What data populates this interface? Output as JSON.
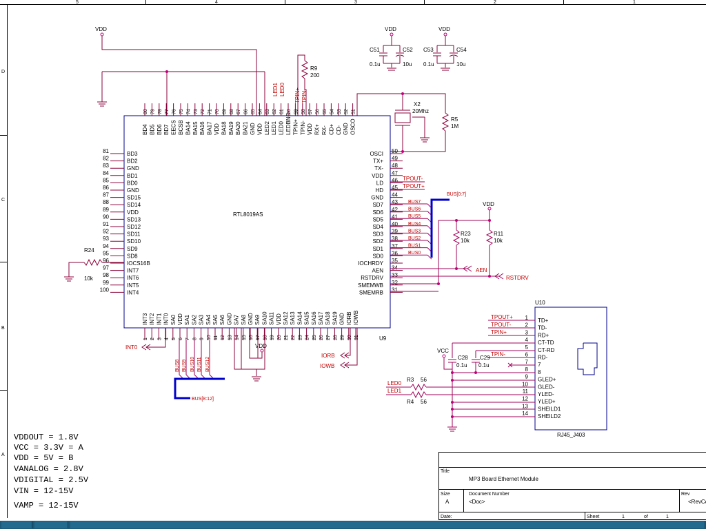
{
  "border": {
    "columns": [
      "5",
      "4",
      "3",
      "2",
      "1"
    ],
    "rows": [
      "D",
      "C",
      "B",
      "A"
    ]
  },
  "supply_labels": {
    "vdd": "VDD",
    "vcc": "VCC"
  },
  "chip": {
    "name": "RTL8019AS",
    "ref": "U9",
    "left_pins": [
      {
        "num": "81",
        "name": "BD3"
      },
      {
        "num": "82",
        "name": "BD2"
      },
      {
        "num": "83",
        "name": "GND"
      },
      {
        "num": "84",
        "name": "BD1"
      },
      {
        "num": "85",
        "name": "BD0"
      },
      {
        "num": "86",
        "name": "GND"
      },
      {
        "num": "87",
        "name": "SD15"
      },
      {
        "num": "88",
        "name": "SD14"
      },
      {
        "num": "89",
        "name": "VDD"
      },
      {
        "num": "90",
        "name": "SD13"
      },
      {
        "num": "91",
        "name": "SD12"
      },
      {
        "num": "92",
        "name": "SD11"
      },
      {
        "num": "93",
        "name": "SD10"
      },
      {
        "num": "94",
        "name": "SD9"
      },
      {
        "num": "95",
        "name": "SD8"
      },
      {
        "num": "96",
        "name": "IOCS16B"
      },
      {
        "num": "97",
        "name": "INT7"
      },
      {
        "num": "98",
        "name": "INT6"
      },
      {
        "num": "99",
        "name": "INT5"
      },
      {
        "num": "100",
        "name": "INT4"
      }
    ],
    "right_pins": [
      {
        "num": "50",
        "name": "OSCI"
      },
      {
        "num": "49",
        "name": "TX+"
      },
      {
        "num": "48",
        "name": "TX-"
      },
      {
        "num": "47",
        "name": "VDD"
      },
      {
        "num": "46",
        "name": "LD"
      },
      {
        "num": "45",
        "name": "HD"
      },
      {
        "num": "44",
        "name": "GND"
      },
      {
        "num": "43",
        "name": "SD7"
      },
      {
        "num": "42",
        "name": "SD6"
      },
      {
        "num": "41",
        "name": "SD5"
      },
      {
        "num": "40",
        "name": "SD4"
      },
      {
        "num": "39",
        "name": "SD3"
      },
      {
        "num": "38",
        "name": "SD2"
      },
      {
        "num": "37",
        "name": "SD1"
      },
      {
        "num": "36",
        "name": "SD0"
      },
      {
        "num": "35",
        "name": "IOCHRDY"
      },
      {
        "num": "34",
        "name": "AEN"
      },
      {
        "num": "33",
        "name": "RSTDRV"
      },
      {
        "num": "32",
        "name": "SMEMWB"
      },
      {
        "num": "31",
        "name": "SMEMRB"
      }
    ],
    "top_pins": [
      {
        "num": "80",
        "name": "BD4"
      },
      {
        "num": "79",
        "name": "BD5"
      },
      {
        "num": "78",
        "name": "BD6"
      },
      {
        "num": "77",
        "name": "BD7"
      },
      {
        "num": "76",
        "name": "EECS"
      },
      {
        "num": "75",
        "name": "BCSB"
      },
      {
        "num": "74",
        "name": "BA14"
      },
      {
        "num": "73",
        "name": "BA15"
      },
      {
        "num": "72",
        "name": "BA16"
      },
      {
        "num": "71",
        "name": "BA17"
      },
      {
        "num": "70",
        "name": "VDD"
      },
      {
        "num": "69",
        "name": "BA18"
      },
      {
        "num": "68",
        "name": "BA19"
      },
      {
        "num": "67",
        "name": "BA20"
      },
      {
        "num": "66",
        "name": "BA21"
      },
      {
        "num": "65",
        "name": "GND"
      },
      {
        "num": "64",
        "name": "VDD"
      },
      {
        "num": "63",
        "name": "LED2"
      },
      {
        "num": "62",
        "name": "LED1"
      },
      {
        "num": "61",
        "name": "LED0"
      },
      {
        "num": "60",
        "name": "LEDBNC"
      },
      {
        "num": "59",
        "name": "TPIN+"
      },
      {
        "num": "58",
        "name": "TPIN-"
      },
      {
        "num": "57",
        "name": "VDD"
      },
      {
        "num": "56",
        "name": "RX+"
      },
      {
        "num": "55",
        "name": "RX-"
      },
      {
        "num": "54",
        "name": "CD+"
      },
      {
        "num": "53",
        "name": "CD-"
      },
      {
        "num": "52",
        "name": "GND"
      },
      {
        "num": "51",
        "name": "OSCO"
      }
    ],
    "bottom_pins": [
      {
        "num": "1",
        "name": "INT3"
      },
      {
        "num": "2",
        "name": "INT2"
      },
      {
        "num": "3",
        "name": "INT1"
      },
      {
        "num": "4",
        "name": "INT0"
      },
      {
        "num": "5",
        "name": "SA0"
      },
      {
        "num": "6",
        "name": "VDD"
      },
      {
        "num": "7",
        "name": "SA1"
      },
      {
        "num": "8",
        "name": "SA2"
      },
      {
        "num": "9",
        "name": "SA3"
      },
      {
        "num": "10",
        "name": "SA4"
      },
      {
        "num": "11",
        "name": "SA5"
      },
      {
        "num": "12",
        "name": "SA6"
      },
      {
        "num": "13",
        "name": "GND"
      },
      {
        "num": "14",
        "name": "SA7"
      },
      {
        "num": "15",
        "name": "SA8"
      },
      {
        "num": "16",
        "name": "GND"
      },
      {
        "num": "17",
        "name": "SA9"
      },
      {
        "num": "18",
        "name": "SA10"
      },
      {
        "num": "19",
        "name": "SA11"
      },
      {
        "num": "20",
        "name": "VDD"
      },
      {
        "num": "21",
        "name": "SA12"
      },
      {
        "num": "22",
        "name": "SA13"
      },
      {
        "num": "23",
        "name": "SA14"
      },
      {
        "num": "24",
        "name": "SA15"
      },
      {
        "num": "25",
        "name": "SA16"
      },
      {
        "num": "26",
        "name": "SA17"
      },
      {
        "num": "27",
        "name": "SA18"
      },
      {
        "num": "28",
        "name": "SA19"
      },
      {
        "num": "29",
        "name": "GND"
      },
      {
        "num": "30",
        "name": "IORB"
      },
      {
        "num": "31",
        "name": "IOWB"
      }
    ]
  },
  "chip_nets": {
    "top": [
      "LED1",
      "LED0",
      "TPIN+",
      "TPIN-"
    ],
    "right": [
      "TPOUT-",
      "TPOUT+",
      "BUS7",
      "BUS6",
      "BUS5",
      "BUS4",
      "BUS3",
      "BUS2",
      "BUS1",
      "BUS0"
    ],
    "bottom": [
      "BUS8",
      "BUS9",
      "BUS10",
      "BUS11",
      "BUS12"
    ]
  },
  "ports": {
    "bus_hi": "BUS[0:7]",
    "bus_lo": "BUS[8:12]",
    "aen": "AEN",
    "rstdrv": "RSTDRV",
    "int0": "INT0",
    "iorb": "IORB",
    "iowb": "IOWB"
  },
  "components": {
    "c51": {
      "ref": "C51",
      "value": "0.1u"
    },
    "c52": {
      "ref": "C52",
      "value": "10u"
    },
    "c53": {
      "ref": "C53",
      "value": "0.1u"
    },
    "c54": {
      "ref": "C54",
      "value": "10u"
    },
    "r9": {
      "ref": "R9",
      "value": "200"
    },
    "x2": {
      "ref": "X2",
      "value": "20Mhz"
    },
    "r5": {
      "ref": "R5",
      "value": "1M"
    },
    "r23": {
      "ref": "R23",
      "value": "10k"
    },
    "r11": {
      "ref": "R11",
      "value": "10k"
    },
    "r24": {
      "ref": "R24",
      "value": "10k"
    },
    "c28": {
      "ref": "C28",
      "value": "0.1u"
    },
    "c29": {
      "ref": "C29",
      "value": "0.1u"
    },
    "r3": {
      "ref": "R3",
      "value": "56"
    },
    "r4": {
      "ref": "R4",
      "value": "56"
    }
  },
  "connector": {
    "ref": "U10",
    "name": "RJ45_J403",
    "pins": [
      {
        "num": "1",
        "name": "TD+",
        "net": "TPOUT+"
      },
      {
        "num": "2",
        "name": "TD-",
        "net": "TPOUT-"
      },
      {
        "num": "3",
        "name": "RD+",
        "net": "TPIN+"
      },
      {
        "num": "4",
        "name": "CT-TD",
        "net": ""
      },
      {
        "num": "5",
        "name": "CT-RD",
        "net": ""
      },
      {
        "num": "6",
        "name": "RD-",
        "net": "TPIN-"
      },
      {
        "num": "7",
        "name": "7",
        "net": ""
      },
      {
        "num": "8",
        "name": "8",
        "net": ""
      },
      {
        "num": "9",
        "name": "GLED+",
        "net": ""
      },
      {
        "num": "10",
        "name": "GLED-",
        "net": ""
      },
      {
        "num": "11",
        "name": "YLED-",
        "net": ""
      },
      {
        "num": "12",
        "name": "YLED+",
        "net": ""
      },
      {
        "num": "13",
        "name": "SHEILD1",
        "net": ""
      },
      {
        "num": "14",
        "name": "SHEILD2",
        "net": ""
      }
    ],
    "led_nets": [
      "LED0",
      "LED1"
    ]
  },
  "notes": [
    "VDDOUT = 1.8V",
    "VCC = 3.3V = A",
    "VDD = 5V = B",
    "VANALOG = 2.8V",
    "VDIGITAL = 2.5V",
    "VIN = 12-15V",
    "VAMP = 12-15V"
  ],
  "title_block": {
    "title_label": "Title",
    "title": "MP3 Board Ethernet Module",
    "size_label": "Size",
    "size": "A",
    "docnum_label": "Document Number",
    "docnum": "<Doc>",
    "rev_label": "Rev",
    "rev": "<RevCode>",
    "date_label": "Date:",
    "sheet_label": "Sheet",
    "sheet": "1",
    "of_label": "of",
    "sheets": "1"
  }
}
